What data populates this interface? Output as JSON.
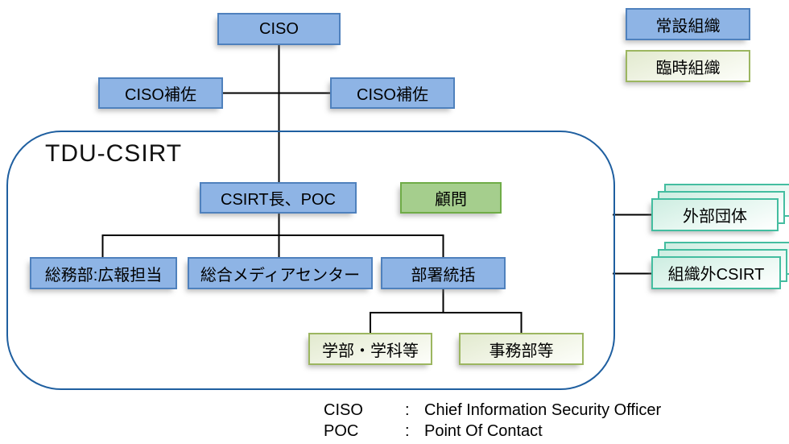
{
  "diagram": {
    "container_label": "TDU-CSIRT",
    "nodes": {
      "ciso": "CISO",
      "ciso_assistant_left": "CISO補佐",
      "ciso_assistant_right": "CISO補佐",
      "csirt_head_poc": "CSIRT長、POC",
      "advisor": "顧問",
      "general_affairs_pr": "総務部:広報担当",
      "media_center": "総合メディアセンター",
      "department_supervision": "部署統括",
      "faculties_departments": "学部・学科等",
      "administrative_departments": "事務部等",
      "external_organizations": "外部団体",
      "external_csirt": "組織外CSIRT"
    },
    "legend": {
      "permanent": "常設組織",
      "temporary": "臨時組織"
    },
    "glossary": [
      {
        "term": "CISO",
        "colon": ":",
        "definition": "Chief Information Security Officer"
      },
      {
        "term": "POC",
        "colon": ":",
        "definition": "Point Of Contact"
      }
    ],
    "palette": {
      "permanent_fill": "#8EB4E5",
      "permanent_border": "#4F81BD",
      "advisor_fill": "#A5CE8D",
      "advisor_border": "#6FAC47",
      "temporary_fill": "#E9EFDB",
      "temporary_border": "#9CB660",
      "external_fill": "#D7F0E7",
      "external_border": "#44BDA0",
      "frame_border": "#1F5FA0",
      "connector": "#000000"
    }
  }
}
